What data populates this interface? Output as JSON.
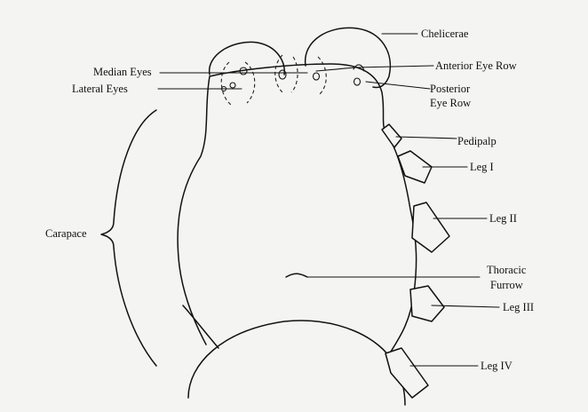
{
  "labels": {
    "chelicerae": "Chelicerae",
    "median_eyes": "Median Eyes",
    "anterior_eye_row": "Anterior Eye Row",
    "lateral_eyes": "Lateral Eyes",
    "posterior_eye_row_1": "Posterior",
    "posterior_eye_row_2": "Eye Row",
    "pedipalp": "Pedipalp",
    "leg_1": "Leg I",
    "leg_2": "Leg II",
    "carapace": "Carapace",
    "thoracic_furrow_1": "Thoracic",
    "thoracic_furrow_2": "Furrow",
    "leg_3": "Leg III",
    "leg_4": "Leg IV"
  }
}
